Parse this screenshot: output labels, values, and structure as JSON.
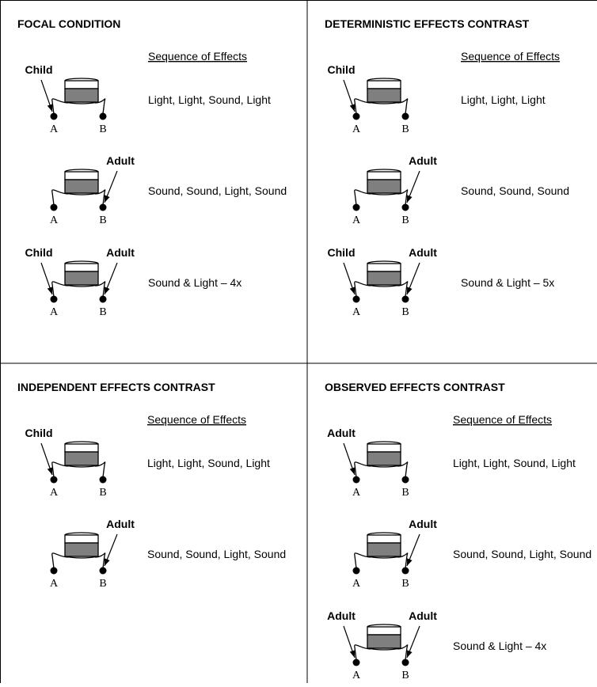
{
  "seq_header": "Sequence of Effects",
  "button_labels": {
    "a": "A",
    "b": "B"
  },
  "panels": [
    {
      "title": "FOCAL CONDITION",
      "trials": [
        {
          "left_agent": "Child",
          "right_agent": "",
          "effects": "Light, Light, Sound, Light"
        },
        {
          "left_agent": "",
          "right_agent": "Adult",
          "effects": "Sound, Sound, Light, Sound"
        },
        {
          "left_agent": "Child",
          "right_agent": "Adult",
          "effects": "Sound & Light – 4x"
        }
      ]
    },
    {
      "title": "DETERMINISTIC EFFECTS CONTRAST",
      "trials": [
        {
          "left_agent": "Child",
          "right_agent": "",
          "effects": "Light, Light, Light"
        },
        {
          "left_agent": "",
          "right_agent": "Adult",
          "effects": "Sound, Sound, Sound"
        },
        {
          "left_agent": "Child",
          "right_agent": "Adult",
          "effects": "Sound & Light – 5x"
        }
      ]
    },
    {
      "title": "INDEPENDENT EFFECTS CONTRAST",
      "trials": [
        {
          "left_agent": "Child",
          "right_agent": "",
          "effects": "Light, Light, Sound, Light"
        },
        {
          "left_agent": "",
          "right_agent": "Adult",
          "effects": "Sound, Sound, Light, Sound"
        }
      ]
    },
    {
      "title": "OBSERVED EFFECTS CONTRAST",
      "trials": [
        {
          "left_agent": "Adult",
          "right_agent": "",
          "effects": "Light, Light, Sound, Light"
        },
        {
          "left_agent": "",
          "right_agent": "Adult",
          "effects": "Sound, Sound, Light, Sound"
        },
        {
          "left_agent": "Adult",
          "right_agent": "Adult",
          "effects": "Sound & Light – 4x"
        }
      ]
    }
  ],
  "colors": {
    "line": "#000000",
    "lower_band": "#7f7f7f",
    "background": "#ffffff"
  }
}
